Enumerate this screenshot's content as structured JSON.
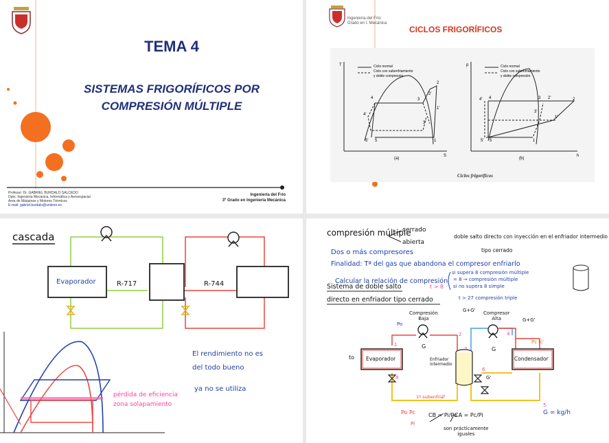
{
  "slide1": {
    "title": "TEMA 4",
    "subtitle_line1": "SISTEMAS FRIGORÍFICOS POR",
    "subtitle_line2": "COMPRESIÓN MÚLTIPLE",
    "footer_left": [
      "Profesor: Dr. GABRIEL BURDALO SALCEDO",
      "Dpto. Ingeniería Mecánica, Informática y Aeroespacial",
      "Área de Máquinas y Motores Térmicos",
      "E-mail: gabriel.burdalo@unileon.es"
    ],
    "footer_right_1": "Ingeniería del Frío",
    "footer_right_2": "3º Grado en Ingeniería Mecánica",
    "accent_color": "#f37021",
    "title_color": "#1f2f7a"
  },
  "slide2": {
    "header_1": "Ingeniería del Frío",
    "header_2": "Grado en I. Mecánica",
    "title": "CICLOS FRIGORÍFICOS",
    "caption": "Ciclos frigoríficos",
    "diagram_a": {
      "axis_y": "T",
      "axis_x": "S",
      "label": "(a)"
    },
    "diagram_b": {
      "axis_y": "p",
      "axis_x": "h",
      "label": "(b)"
    },
    "legend_normal": "Ciclo normal",
    "legend_sub_1": "Ciclo con subenfriamiento",
    "legend_sub_2": "y doble compresión",
    "points_a": [
      "4",
      "4'",
      "5'",
      "5",
      "1",
      "1'",
      "2",
      "2'",
      "3",
      "3'"
    ],
    "points_b": [
      "4'",
      "4",
      "3",
      "2'",
      "2",
      "3'",
      "1'",
      "5'",
      "5",
      "1"
    ]
  },
  "note1": {
    "heading": "cascada",
    "evaporator": "Evaporador",
    "refrigerant_left": "R-717",
    "refrigerant_right": "R-744",
    "remark_1": "El rendimiento no es",
    "remark_2": "del todo bueno",
    "remark_3": "ya no se utiliza",
    "pink_1": "pérdida de eficiencia",
    "pink_2": "zona solapamiento"
  },
  "note2": {
    "line1": "compresión múltiple",
    "opt1": "cerrado",
    "opt2": "abierta",
    "side_1": "doble salto directo con inyección en el enfriador intermedio",
    "side_2": "tipo cerrado",
    "line2": "Dos o más compresores",
    "line3": "Finalidad: Tª del gas que abandona el compresor enfriarlo",
    "line4": "Calcular la relación de compresión",
    "r1": "si supera 8 compresión múltiple",
    "r2": "= 8 → compresión múltiple",
    "r3": "si no supera 8 simple",
    "r4": "t > 27 compresión triple",
    "line5a": "Sistema de doble salto",
    "line5b": "directo en enfriador tipo cerrado",
    "t_gt_8": "t > 8",
    "comp_low_1": "Compresión",
    "comp_low_2": "Baja",
    "comp_high_1": "Compresor",
    "comp_high_2": "Alta",
    "g_plus": "G+G'",
    "g_plus2": "G+G'",
    "po": "Po",
    "to": "to",
    "g": "G",
    "g2": "G",
    "g_prime": "G'",
    "pc_tc": "Pc tc'",
    "evap": "Evaporador",
    "cond": "Condensador",
    "enf_1": "Enfriador",
    "enf_2": "intermedio",
    "subcool": "1º subenfría",
    "cb": "CB = Pi/Po",
    "ca": "CA = Pc/Pi",
    "same_1": "son prácticamente",
    "same_2": "iguales",
    "g_formula": "G = kg/h",
    "p_labels": "Po  Pc",
    "pi": "Pi",
    "nums": [
      "1",
      "2",
      "3",
      "4",
      "5",
      "6",
      "7",
      "8"
    ]
  }
}
